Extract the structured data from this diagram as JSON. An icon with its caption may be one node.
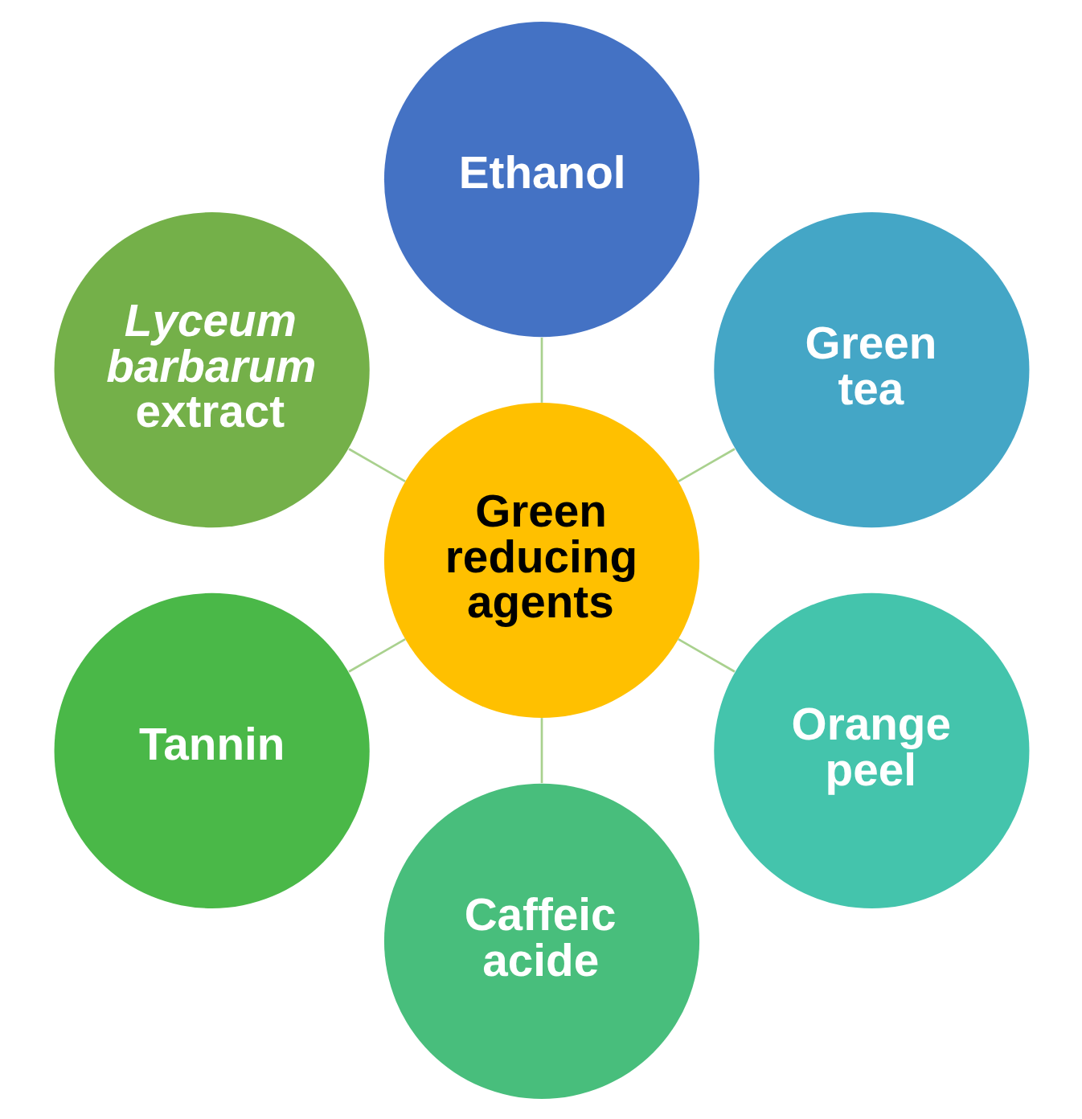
{
  "diagram": {
    "nodes": [
      {
        "text": [
          "Green reducing agents"
        ]
      },
      {
        "text": [
          "Ethanol"
        ]
      },
      {
        "text": [
          "Green tea"
        ]
      },
      {
        "text": [
          "Orange peel"
        ]
      },
      {
        "text": [
          "Caffeic acide"
        ]
      },
      {
        "text": [
          "Tannin"
        ]
      },
      {
        "text": [
          "*Lyceum barbarum* extract"
        ]
      }
    ],
    "edges": [
      {
        "from": 0,
        "to": 1,
        "arrow": "none"
      },
      {
        "from": 0,
        "to": 2,
        "arrow": "none"
      },
      {
        "from": 0,
        "to": 3,
        "arrow": "none"
      },
      {
        "from": 0,
        "to": 4,
        "arrow": "none"
      },
      {
        "from": 0,
        "to": 5,
        "arrow": "none"
      },
      {
        "from": 0,
        "to": 6,
        "arrow": "none"
      }
    ]
  }
}
